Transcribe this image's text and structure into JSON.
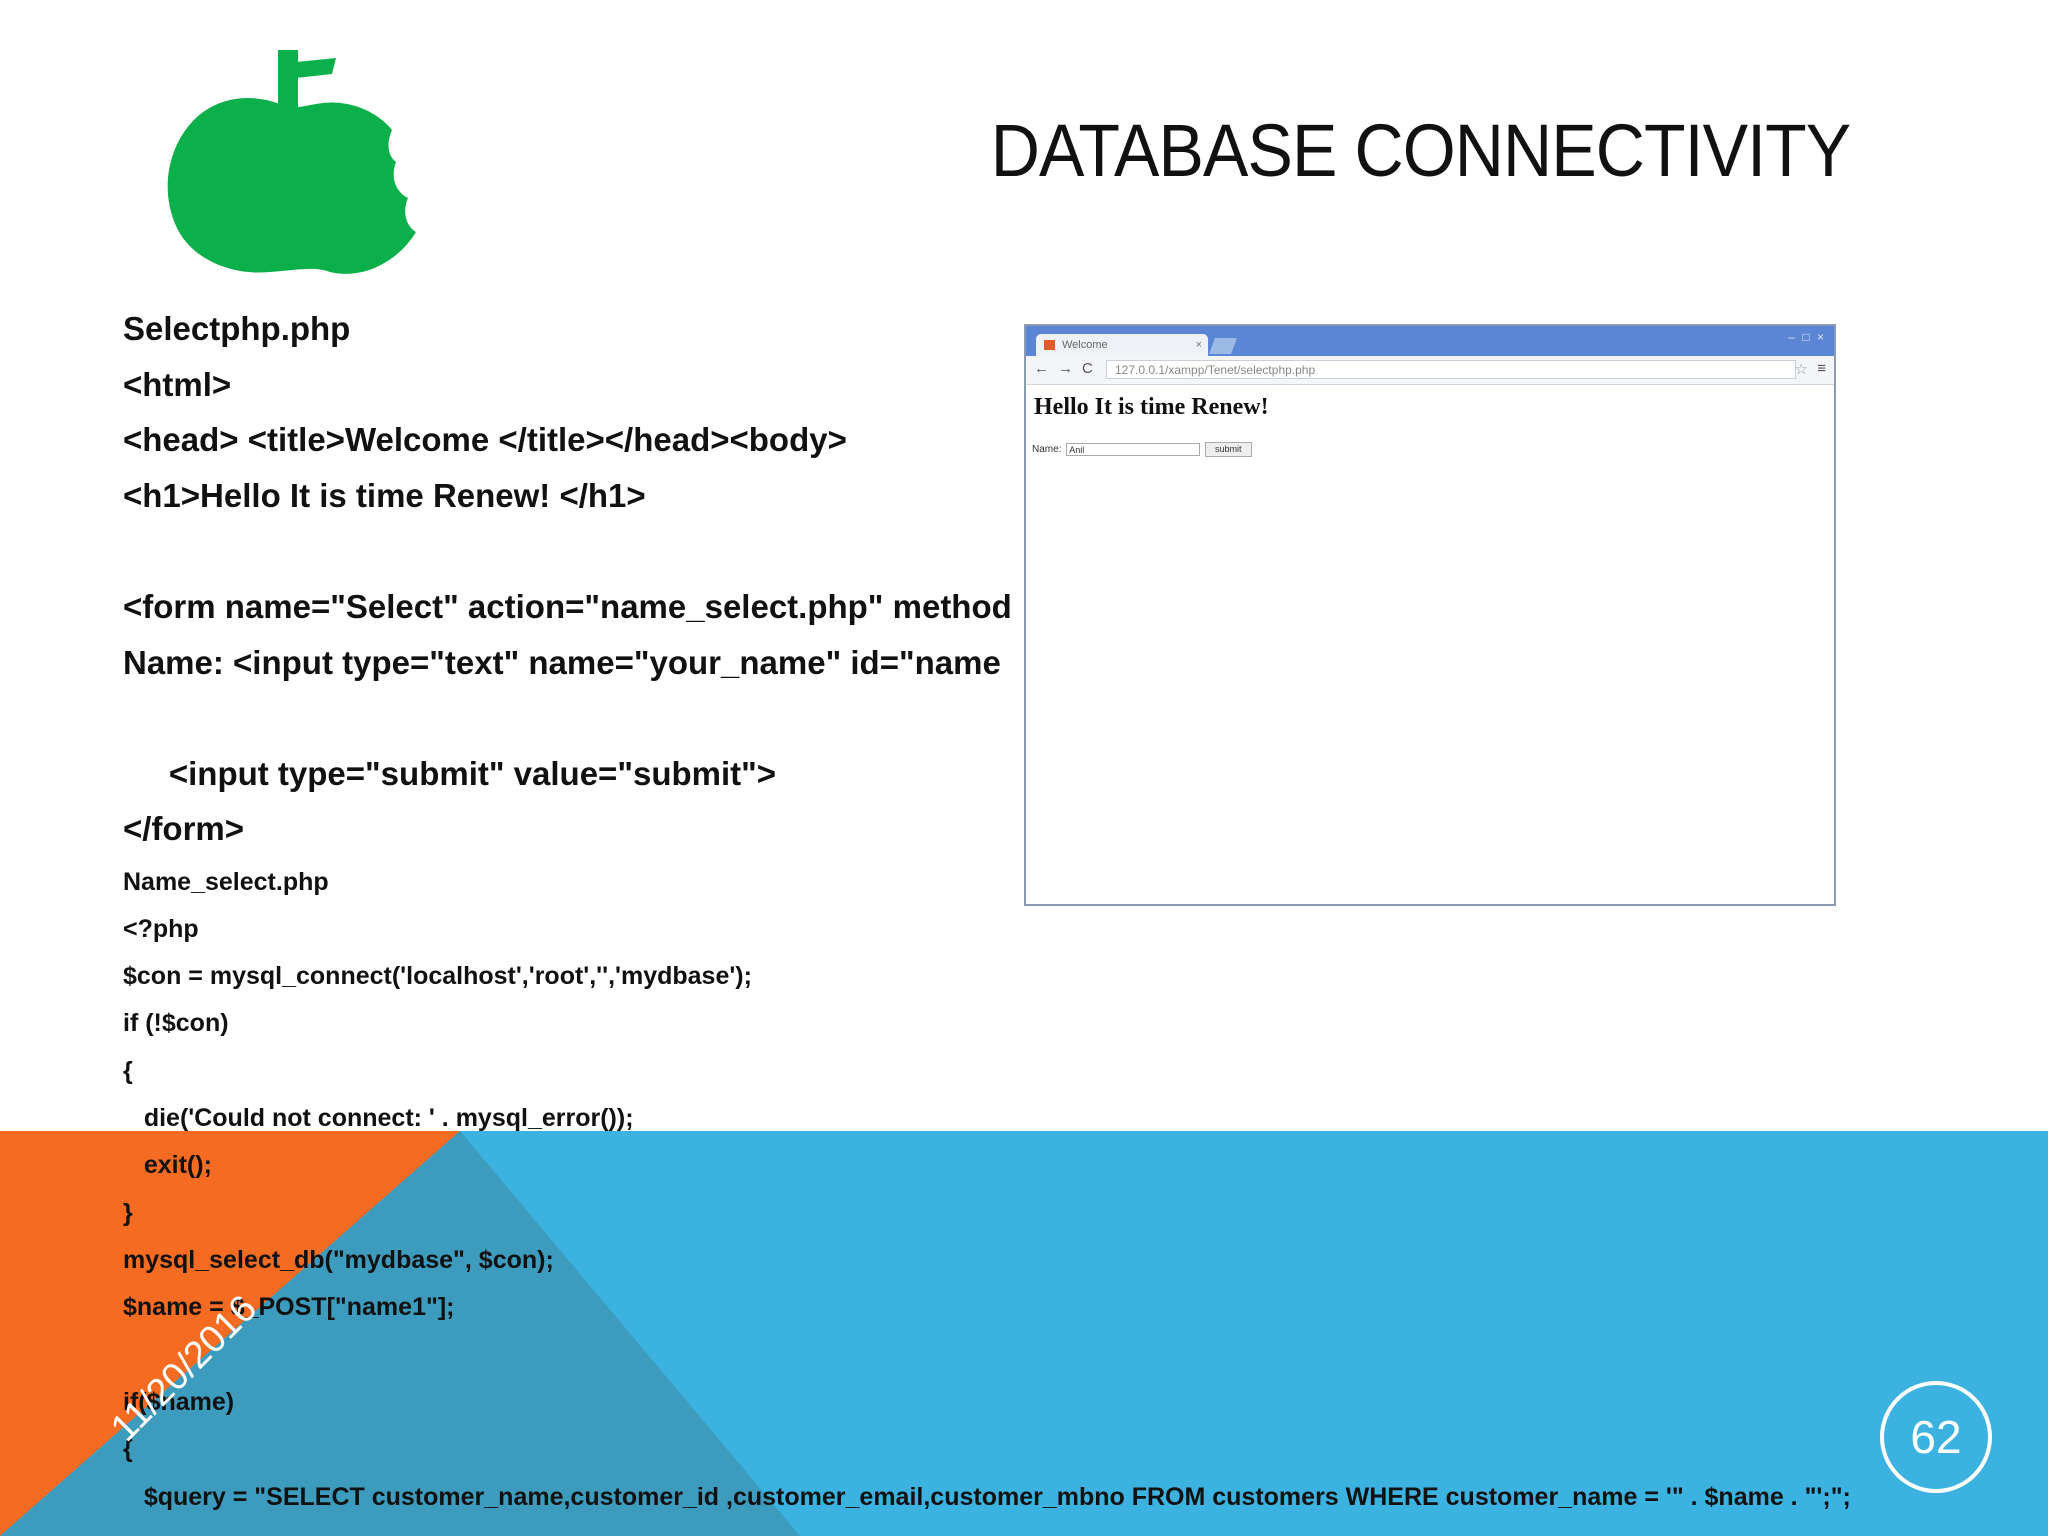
{
  "slide": {
    "title": "DATABASE CONNECTIVITY",
    "date": "11/20/2016",
    "page_number": "62",
    "colors": {
      "accent_blue": "#3cb2e1",
      "accent_orange": "#f46b21",
      "triangle_blue": "#3d9bbd",
      "logo_green": "#0bb04a"
    },
    "logo_icon": "green-apple-logo"
  },
  "code": {
    "lines": [
      "Selectphp.php",
      "<html>",
      "<head> <title>Welcome </title></head><body>",
      "<h1>Hello It is time Renew! </h1>",
      "<form name=\"Select\" action=\"name_select.php\" method",
      "Name: <input type=\"text\" name=\"your_name\" id=\"name",
      "     <input type=\"submit\" value=\"submit\">",
      "</form>",
      "Name_select.php",
      "<?php",
      "$con = mysql_connect('localhost','root','','mydbase');",
      "if (!$con)",
      "{",
      "   die('Could not connect: ' . mysql_error());",
      "   exit();",
      "}",
      "mysql_select_db(\"mydbase\", $con);",
      "$name = $_POST[\"name1\"];",
      "if($name)",
      "{",
      "   $query = \"SELECT customer_name,customer_id ,customer_email,customer_mbno FROM customers WHERE customer_name = '\" . $name . \"';\";"
    ]
  },
  "browser": {
    "tab_title": "Welcome",
    "tab_close": "×",
    "window_controls": "– □ ×",
    "back": "←",
    "forward": "→",
    "reload": "C",
    "url": "127.0.0.1/xampp/Tenet/selectphp.php",
    "star": "☆",
    "menu": "≡",
    "page_heading": "Hello It is time Renew!",
    "form_label": "Name:",
    "input_value": "Anil",
    "submit_label": "submit"
  }
}
